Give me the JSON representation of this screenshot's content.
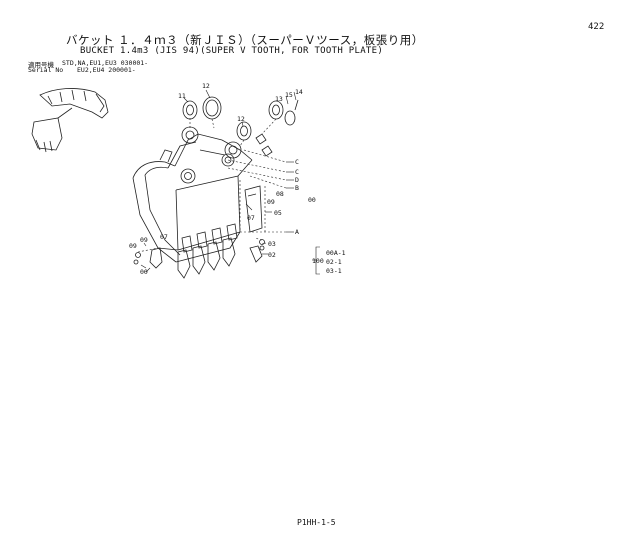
{
  "header": {
    "page_number": "422",
    "title_jp": "バケット １．４ｍ３（新ＪＩＳ）（スーパーＶツース，板張り用）",
    "title_en": "BUCKET 1.4m3 (JIS 94)(SUPER V TOOTH, FOR TOOTH PLATE)",
    "applicable_label": "適用号機",
    "applicable_models": "STD,NA,EU1,EU3 030001-",
    "serial_label": "Serial No",
    "serial_value": "EU2,EU4 200001-"
  },
  "callouts": {
    "c11": "11",
    "c12a": "12",
    "c12b": "12",
    "c13": "13",
    "c15": "15",
    "c14": "14",
    "cC1": "C",
    "cC2": "C",
    "cD": "D",
    "cB": "B",
    "cA": "A",
    "c09a": "09",
    "c09b": "09",
    "c05": "05",
    "c00a": "00",
    "c07a": "07",
    "c07b": "07",
    "c03": "03",
    "c02": "02",
    "c08": "08",
    "c09c": "09",
    "c00b": "00"
  },
  "quantity_group": {
    "main": "100",
    "items": [
      "00A-1",
      "02-1",
      "03-1"
    ]
  },
  "footer": {
    "code": "P1HH-1-5"
  }
}
